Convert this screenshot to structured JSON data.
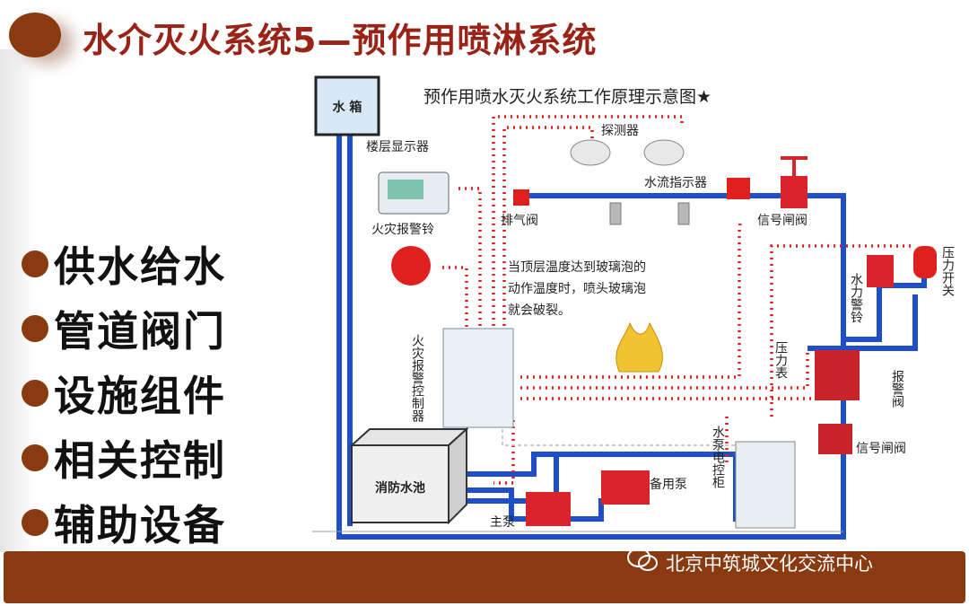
{
  "title": "水介灭火系统5—预作用喷淋系统",
  "side_items": [
    "供水给水",
    "管道阀门",
    "设施组件",
    "相关控制",
    "辅助设备"
  ],
  "diagram": {
    "title": "预作用喷水灭火系统工作原理示意图★",
    "tank": "水 箱",
    "detector": "探测器",
    "floor_display": "楼层显示器",
    "fire_bell": "火灾报警铃",
    "flow_indicator": "水流指示器",
    "vent_valve": "排气阀",
    "signal_gate_top": "信号闸阀",
    "signal_gate_bottom": "信号闸阀",
    "note_line1": "当顶层温度达到玻璃泡的",
    "note_line2": "动作温度时，喷头玻璃泡",
    "note_line3": "就会破裂。",
    "controller": "火灾报警控制器",
    "pressure_switch": "压力开关",
    "water_bell": "水力警铃",
    "pressure_gauge": "压力表",
    "alarm_valve": "报警阀",
    "pump_cabinet": "水泵电控柜",
    "pool": "消防水池",
    "standby_pump": "备用泵",
    "main_pump": "主泵"
  },
  "footer": {
    "watermark": "北京中筑城文化交流中心"
  },
  "colors": {
    "accent": "#8a3a10",
    "title": "#9a2318",
    "pipe": "#1f4fc8",
    "signal": "#e0201c"
  }
}
